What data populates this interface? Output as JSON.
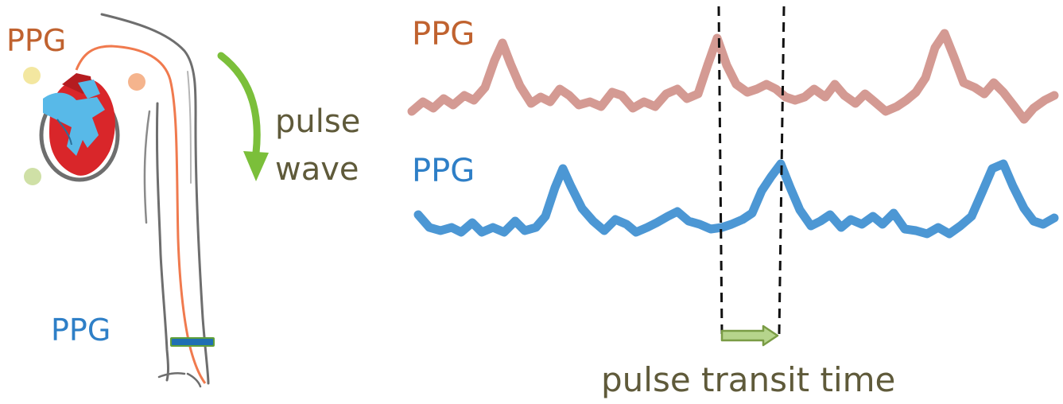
{
  "labels": {
    "ppg_top_left": "PPG",
    "ppg_bottom_left": "PPG",
    "pulse": "pulse",
    "wave": "wave",
    "ppg_top_right": "PPG",
    "ppg_bottom_right": "PPG",
    "pulse_transit_time": "pulse transit time"
  },
  "colors": {
    "orange_label": "#c0622f",
    "blue_label": "#2e7fc7",
    "olive_text": "#5f5a3a",
    "green_arrow": "#7bbf3a",
    "ppg_red_trace": "#d49a93",
    "ppg_blue_trace": "#4c97d4",
    "artery_line": "#f07a4e",
    "body_outline": "#6e6e6e",
    "heart_red": "#d9262a",
    "heart_blue": "#58b9e8",
    "cuff_blue": "#1f6fb3",
    "cuff_green": "#5f9f3a",
    "dashed_line": "#111111",
    "ptt_arrow_fill": "#b6d48c",
    "ptt_arrow_stroke": "#7a9c45",
    "bubble_yellow": "#f3e7a0",
    "bubble_orange": "#f5b48d",
    "bubble_green": "#cfe0a6"
  },
  "icons": [
    "heart-icon",
    "body-outline-icon",
    "pulse-wave-arrow-icon",
    "sensor-cuff-icon",
    "transit-arrow-icon"
  ]
}
